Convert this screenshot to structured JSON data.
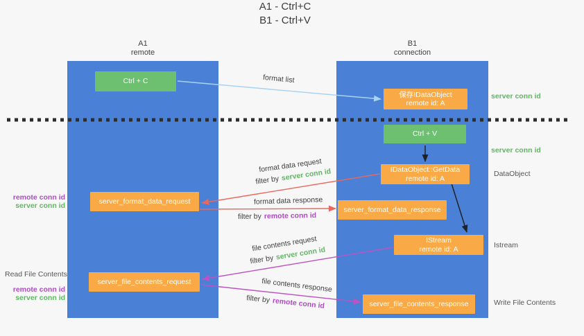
{
  "title": {
    "line1": "A1 - Ctrl+C",
    "line2": "B1 - Ctrl+V"
  },
  "columns": {
    "left": {
      "id": "A1",
      "role": "remote"
    },
    "right": {
      "id": "B1",
      "role": "connection"
    }
  },
  "boxes": {
    "ctrl_c": {
      "label": "Ctrl + C"
    },
    "ctrl_v": {
      "label": "Ctrl + V"
    },
    "save_idataobject": {
      "line1": "保存IDataObject",
      "line2": "remote id: A"
    },
    "getdata": {
      "line1": "IDataObject::GetData",
      "line2": "remote id: A"
    },
    "istream": {
      "line1": "IStream",
      "line2": "remote id: A"
    },
    "format_request": {
      "label": "server_format_data_request"
    },
    "format_response": {
      "label": "server_format_data_response"
    },
    "file_request": {
      "label": "server_file_contents_request"
    },
    "file_response": {
      "label": "server_file_contents_response"
    }
  },
  "arrow_labels": {
    "format_list": "format list",
    "format_data_request": "format data request",
    "format_data_response": "format data response",
    "file_contents_request": "file contents request",
    "file_contents_response": "file contents response",
    "filter_prefix": "filter by",
    "server_conn_id": "server conn id",
    "remote_conn_id": "remote conn id"
  },
  "right_annotations": {
    "server_conn_id_top": "server conn id",
    "server_conn_id_mid": "server conn id",
    "dataobject": "DataObject",
    "istream": "Istream",
    "write_file_contents": "Write File Contents"
  },
  "left_annotations": {
    "group1": {
      "remote": "remote conn id",
      "server": "server conn id"
    },
    "read_file_contents": "Read File Contents",
    "group2": {
      "remote": "remote conn id",
      "server": "server conn id"
    }
  },
  "colors": {
    "column_blue": "#4a80d5",
    "box_green": "#6ec071",
    "box_orange": "#f9aa47",
    "green_text": "#5db95f",
    "purple_text": "#ae4cc3",
    "arrow_red": "#e9695c",
    "arrow_magenta": "#bd53c3",
    "arrow_lightblue": "#a9d3f2",
    "arrow_black": "#222222",
    "gray_text": "#565656",
    "background": "#f7f7f8"
  }
}
